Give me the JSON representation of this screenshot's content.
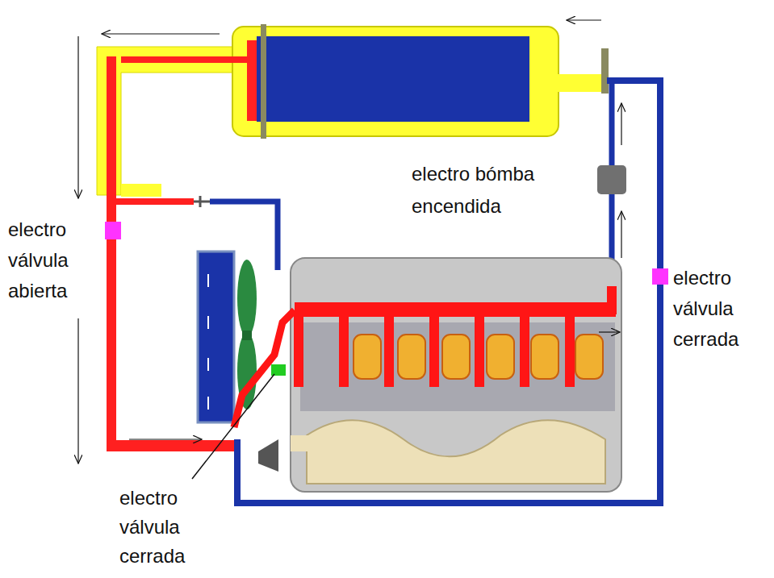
{
  "diagram": {
    "labels": [
      "electro válvula abierta",
      "electro bómba encendida",
      "electro válvula cerrada",
      "electro válvula cerrada"
    ]
  }
}
